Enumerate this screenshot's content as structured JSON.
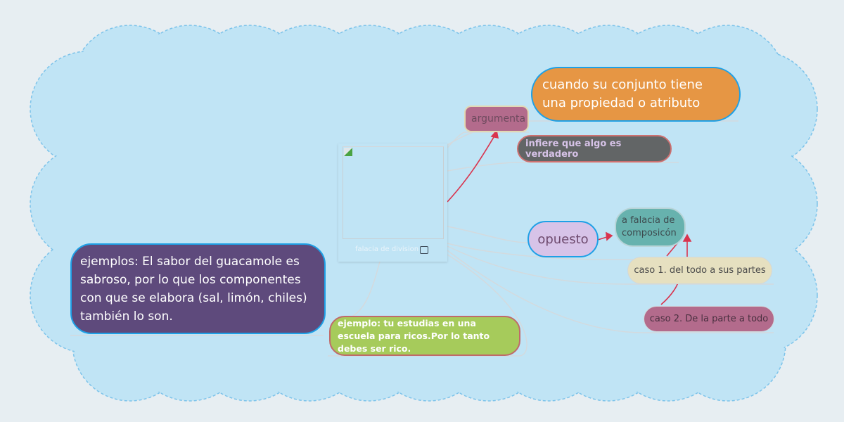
{
  "central": {
    "label": "falacia de division",
    "image_icon": "image-icon",
    "broken_image_icon": "broken-image-icon"
  },
  "nodes": {
    "conjunto": "cuando su conjunto tiene una propiedad o atributo",
    "argumenta": "argumenta",
    "infiere": "infiere que algo es verdadero",
    "opuesto": "opuesto",
    "composicion": "a falacia de composicón",
    "caso1": "caso 1. del todo a sus partes",
    "caso2": "caso 2. De la parte a todo",
    "ejemplos": "ejemplos: El sabor del guacamole es sabroso, por lo que los componentes con que se elabora (sal, limón, chiles) también lo son.",
    "ejemplo": "ejemplo: tu estudias en una escuela para ricos.Por lo tanto debes ser rico."
  },
  "colors": {
    "cloud": "#c0e4f5",
    "orange": "#e69644",
    "mauve": "#b36b8c",
    "gray": "#626566",
    "lavender": "#d7c3e8",
    "teal": "#67b2ae",
    "cream": "#e6e0c0",
    "purple": "#5e4a7c",
    "green": "#a6cb5b",
    "arrow": "#d9344e"
  }
}
